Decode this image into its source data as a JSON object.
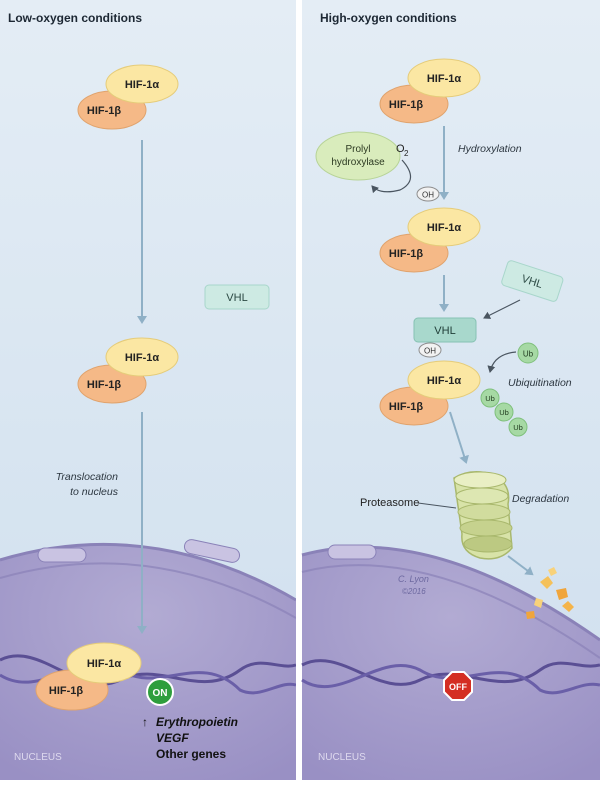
{
  "panels": {
    "left": {
      "title": "Low-oxygen conditions",
      "translocation": [
        "Translocation",
        "to nucleus"
      ],
      "vhl": "VHL",
      "on": "ON",
      "gene_prefix": "↑",
      "genes": [
        "Erythropoietin",
        "VEGF"
      ],
      "other_genes": "Other genes",
      "nucleus": "NUCLEUS"
    },
    "right": {
      "title": "High-oxygen conditions",
      "prolyl": [
        "Prolyl",
        "hydroxylase"
      ],
      "o2": "O",
      "o2_sub": "2",
      "hydroxylation": "Hydroxylation",
      "oh": "OH",
      "vhl": "VHL",
      "ub": "Ub",
      "ubiquitination": "Ubiquitination",
      "proteasome": "Proteasome",
      "degradation": "Degradation",
      "off": "OFF",
      "signature": "C. Lyon",
      "signature_year": "©2016",
      "nucleus": "NUCLEUS"
    }
  },
  "proteins": {
    "alpha": "HIF-1α",
    "beta": "HIF-1β"
  },
  "colors": {
    "background_top": "#e4edf5",
    "background_bottom": "#cfdfee",
    "alpha_fill": "#fbe7a3",
    "beta_fill": "#f5b987",
    "vhl_fill": "#cdeae3",
    "ub_fill": "#a6d9a4",
    "hydroxylase_fill": "#d9ecbc",
    "nucleus_fill": "#a79fcb",
    "on_fill": "#2e9e3d",
    "off_fill": "#d42e23",
    "arrow": "#8fb0c6"
  }
}
